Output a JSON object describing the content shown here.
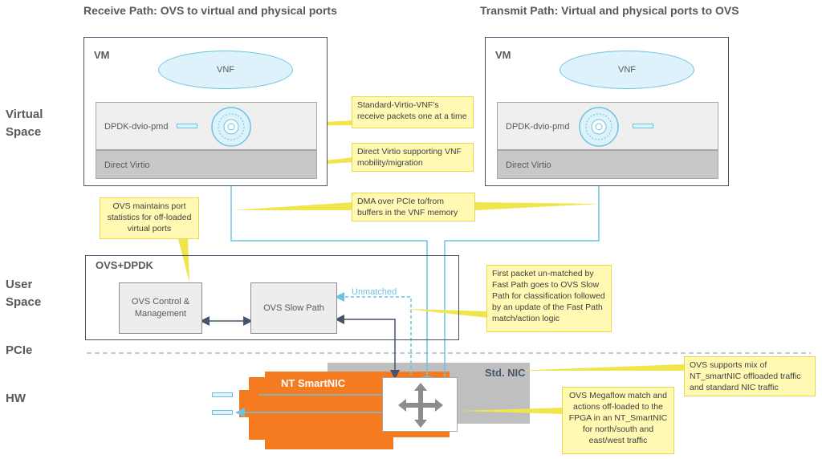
{
  "titles": {
    "receive": "Receive Path: OVS to virtual and physical ports",
    "transmit": "Transmit Path: Virtual and physical ports to OVS"
  },
  "side_labels": {
    "virtual_space": "Virtual\nSpace",
    "user_space": "User\nSpace",
    "pcie": "PCIe",
    "hw": "HW"
  },
  "vm_left": {
    "label": "VM",
    "vnf": "VNF",
    "pmd": "DPDK-dvio-pmd",
    "virtio": "Direct Virtio"
  },
  "vm_right": {
    "label": "VM",
    "vnf": "VNF",
    "pmd": "DPDK-dvio-pmd",
    "virtio": "Direct Virtio"
  },
  "ovs": {
    "label": "OVS+DPDK",
    "control": "OVS Control & Management",
    "slow_path": "OVS Slow Path",
    "unmatched": "Unmatched"
  },
  "hw": {
    "smartnic": "NT SmartNIC",
    "std_nic": "Std. NIC"
  },
  "notes": {
    "virtio_vnf": "Standard-Virtio-VNF's receive packets one at a time",
    "direct_virtio": "Direct Virtio supporting VNF mobility/migration",
    "dma": "DMA over PCIe to/from buffers in the VNF memory",
    "port_stats": "OVS maintains port statistics for off-loaded virtual ports",
    "first_packet": "First packet un-matched by Fast Path goes to OVS Slow Path for classification followed by an update of the Fast Path match/action logic",
    "mix": "OVS supports mix of NT_smartNIC offloaded traffic and standard NIC traffic",
    "megaflow": "OVS Megaflow match and actions off-loaded to the FPGA in an NT_SmartNIC for north/south and east/west traffic"
  },
  "colors": {
    "link": "#6cc3e0",
    "dark_link": "#44546a",
    "smartnic": "#f47b20",
    "std_nic": "#bfbfbf",
    "note_bg": "#fff9b3"
  }
}
